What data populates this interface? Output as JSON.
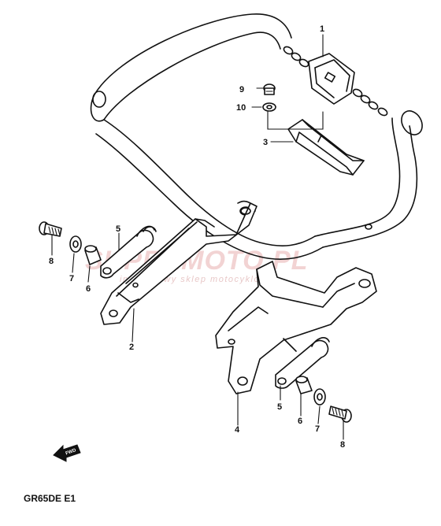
{
  "diagram": {
    "part_labels": {
      "p1": "1",
      "p2": "2",
      "p3": "3",
      "p4": "4",
      "p5_left": "5",
      "p5_right": "5",
      "p6_left": "6",
      "p6_right": "6",
      "p7_left": "7",
      "p7_right": "7",
      "p8_left": "8",
      "p8_right": "8",
      "p9": "9",
      "p10": "10"
    },
    "model_code": "GR65DE E1",
    "fwd_label": "FWD",
    "watermark": {
      "brand": "SUPERMOTO.PL",
      "subtitle": "internetowy sklep motocyklowy"
    }
  }
}
